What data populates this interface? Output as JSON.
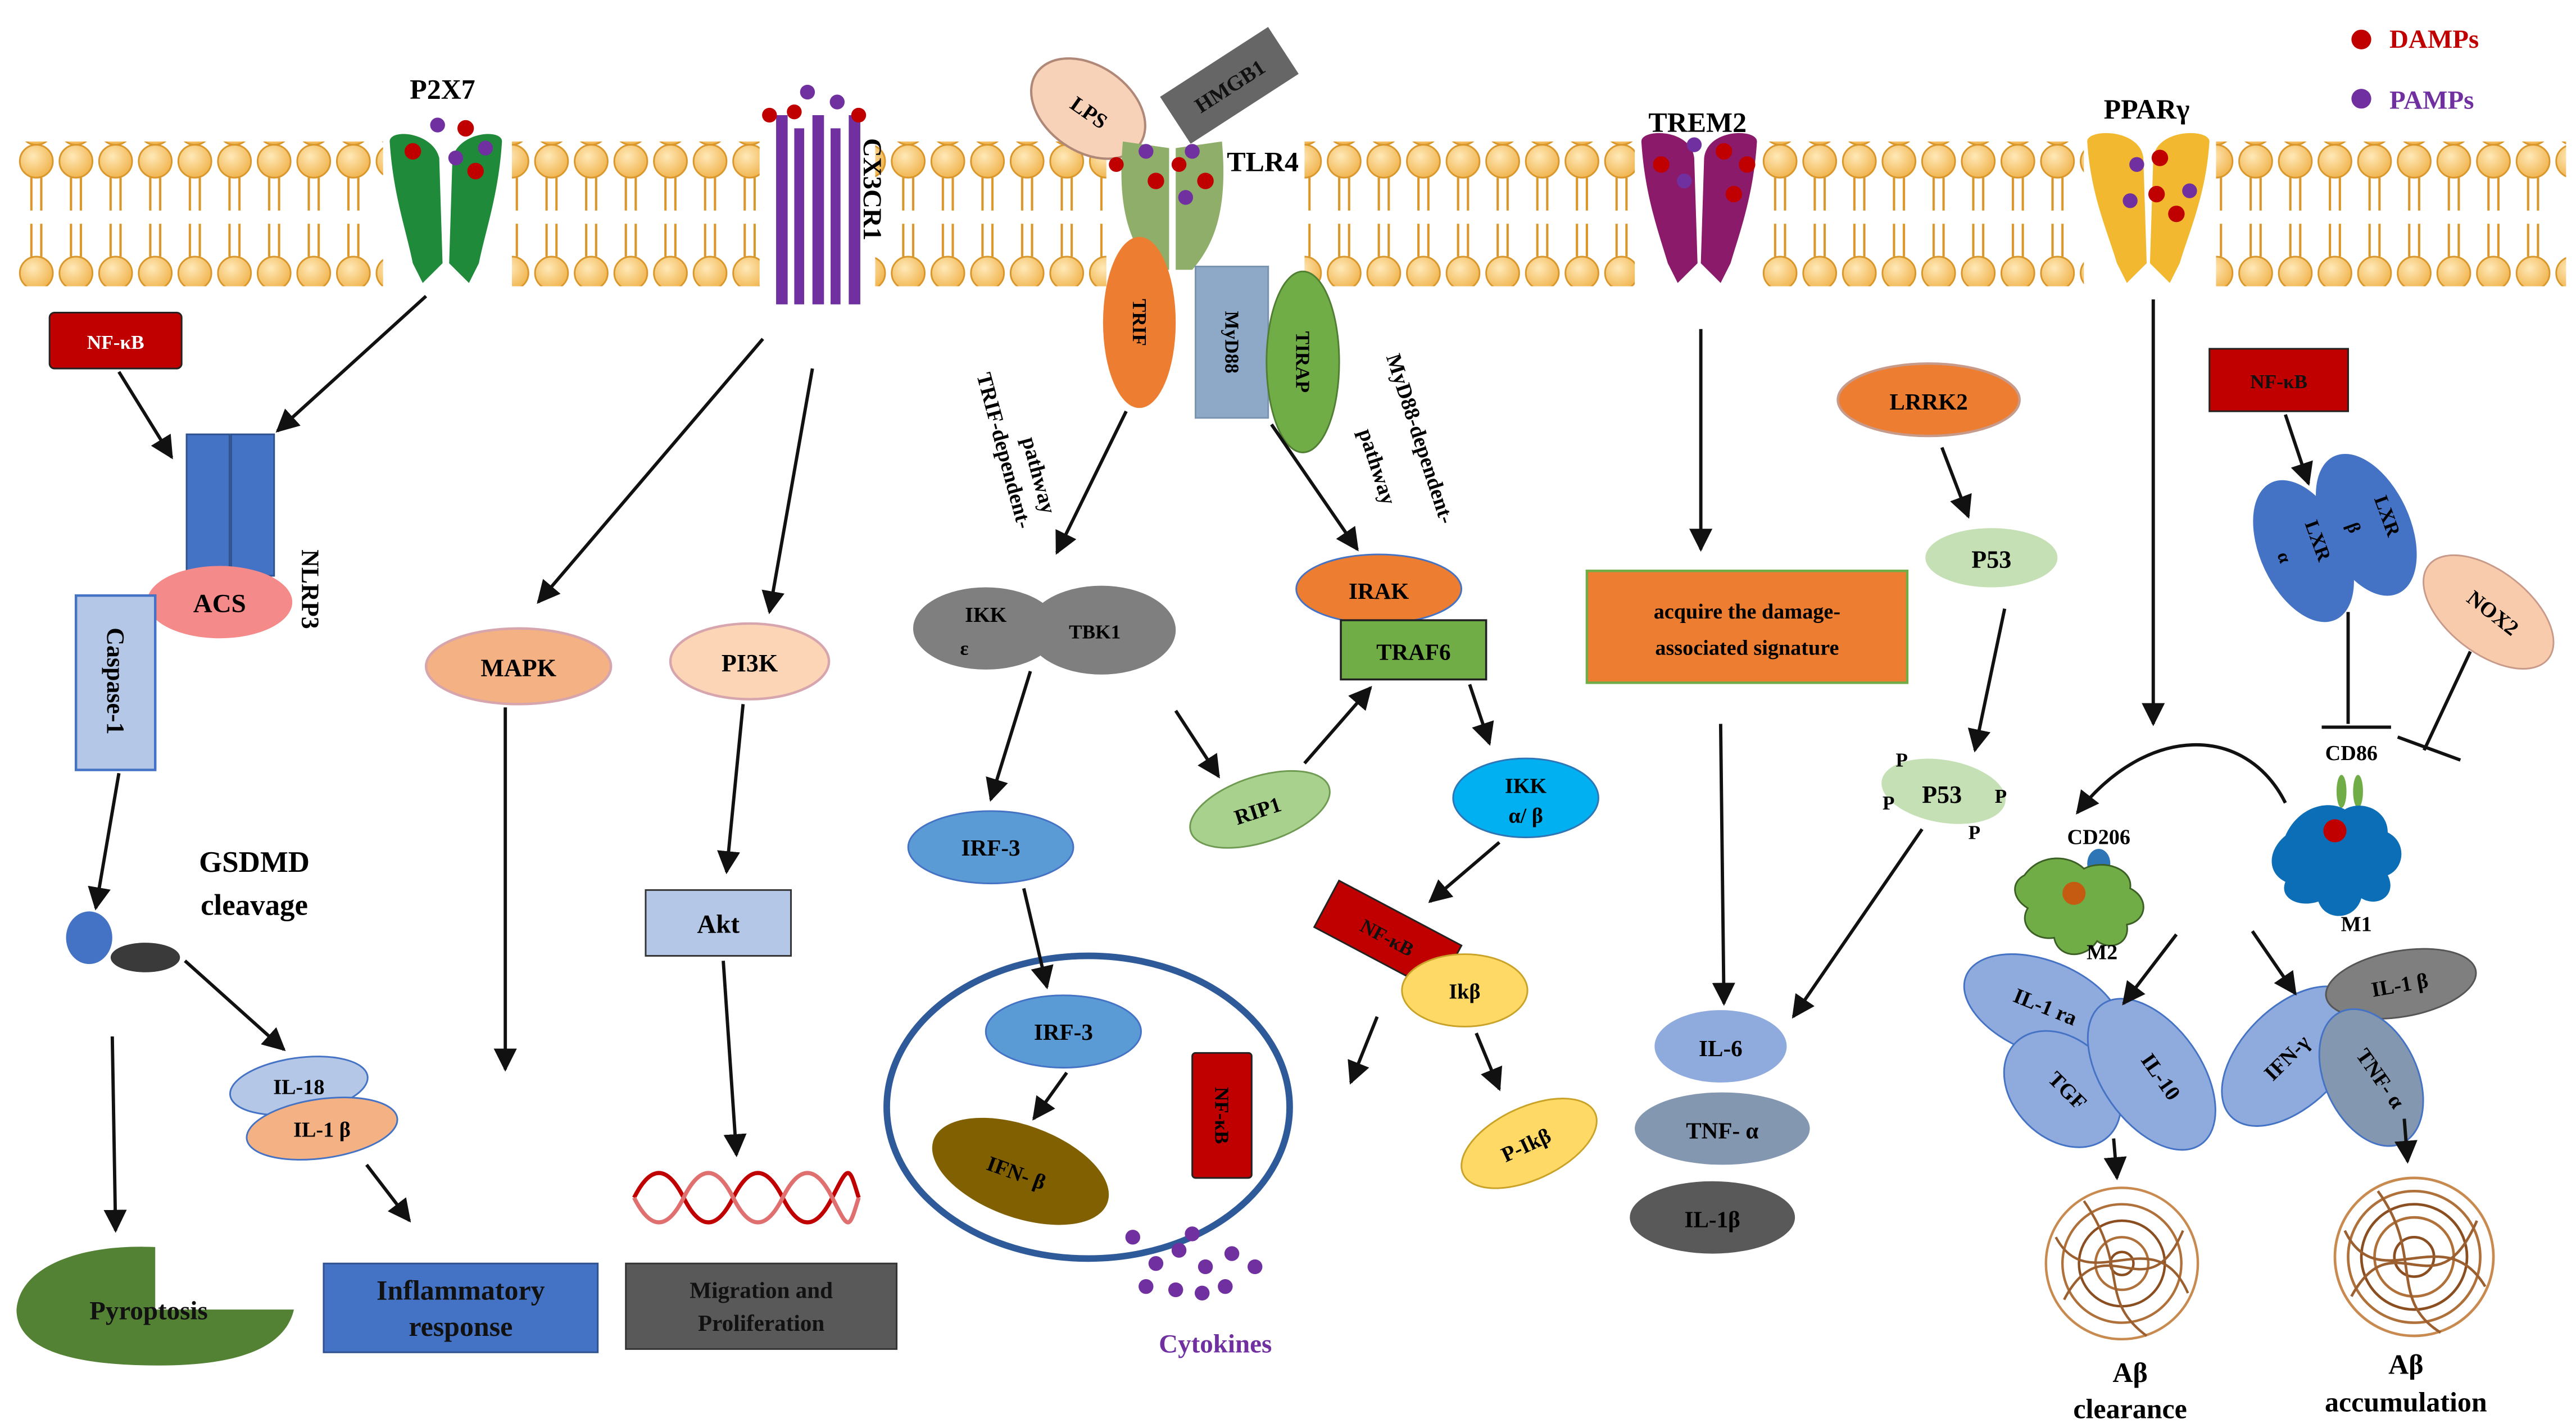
{
  "legend": {
    "damps": "DAMPs",
    "pamps": "PAMPs",
    "damps_color": "#c00000",
    "pamps_color": "#7030a0"
  },
  "receptors": {
    "p2x7": "P2X7",
    "cx3cr1": "CX3CR1",
    "tlr4": "TLR4",
    "trem2": "TREM2",
    "ppar": "PPARγ",
    "lps": "LPS",
    "hmgb1": "HMGB1"
  },
  "p2x7_branch": {
    "nfkb": "NF-κB",
    "acs": "ACS",
    "nlrp3": "NLRP3",
    "caspase": "Caspase-1",
    "gsdmd_line1": "GSDMD",
    "gsdmd_line2": "cleavage",
    "il18": "IL-18",
    "il1b": "IL-1 β",
    "pyroptosis": "Pyroptosis",
    "inflammatory_line1": "Inflammatory",
    "inflammatory_line2": "response"
  },
  "cx3cr1_branch": {
    "mapk": "MAPK",
    "pi3k": "PI3K",
    "akt": "Akt",
    "migration_line1": "Migration and",
    "migration_line2": "Proliferation"
  },
  "tlr4_branch": {
    "trif": "TRIF",
    "myd88": "MyD88",
    "tirap": "TIRAP",
    "trif_path_line1": "TRIF-dependent-",
    "trif_path_line2": "pathway",
    "myd88_path_line1": "MyD88-dependent-",
    "myd88_path_line2": "pathway",
    "ikk_e_line1": "IKK",
    "ikk_e_line2": "ε",
    "tbk1": "TBK1",
    "irak": "IRAK",
    "traf6": "TRAF6",
    "irf3": "IRF-3",
    "rip1": "RIP1",
    "ikk_ab_line1": "IKK",
    "ikk_ab_line2": "α/ β",
    "nfkb": "NF-κB",
    "ikb": "Ikβ",
    "p_ikb": "P-Ikβ",
    "irf3_nucleus": "IRF-3",
    "ifnb": "IFN- β",
    "nfkb_nucleus": "NF-κB",
    "cytokines": "Cytokines"
  },
  "trem2_branch": {
    "signature_line1": "acquire the damage-",
    "signature_line2": "associated signature",
    "lrrk2": "LRRK2",
    "p53": "P53",
    "p53_p": "P53",
    "phospho": "P",
    "il6": "IL-6",
    "tnfa": "TNF- α",
    "il1b": "IL-1β"
  },
  "ppar_branch": {
    "nfkb": "NF-κB",
    "lxr_a_line1": "LXR",
    "lxr_a_line2": "α",
    "lxr_b_line1": "LXR",
    "lxr_b_line2": "β",
    "nox2": "NOX2",
    "cd86": "CD86",
    "cd206": "CD206",
    "m1": "M1",
    "m2": "M2",
    "il1ra": "IL-1 ra",
    "tgf": "TGF",
    "il10": "IL-10",
    "il1b": "IL-1 β",
    "ifng": "IFN-γ",
    "tnfa": "TNF- α",
    "clearance_line1": "Aβ",
    "clearance_line2": "clearance",
    "accumulation_line1": "Aβ",
    "accumulation_line2": "accumulation"
  }
}
